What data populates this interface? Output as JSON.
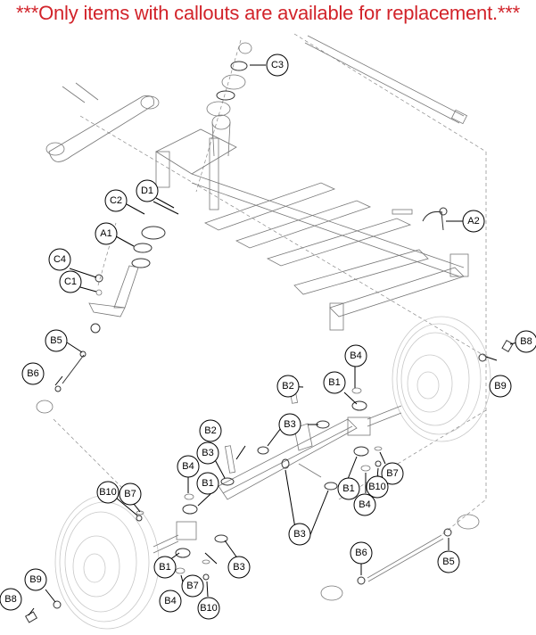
{
  "notice": "***Only items with callouts are available for replacement.***",
  "colors": {
    "notice": "#d2232a",
    "lines": "#000000",
    "drawing": "#777777"
  },
  "diagram": {
    "title": "Front suspension / steering exploded parts diagram",
    "callouts": [
      {
        "id": "C3",
        "label": "C3"
      },
      {
        "id": "D1",
        "label": "D1"
      },
      {
        "id": "C2",
        "label": "C2"
      },
      {
        "id": "A1",
        "label": "A1"
      },
      {
        "id": "C4",
        "label": "C4"
      },
      {
        "id": "C1",
        "label": "C1"
      },
      {
        "id": "A2",
        "label": "A2"
      },
      {
        "id": "B5a",
        "label": "B5"
      },
      {
        "id": "B6a",
        "label": "B6"
      },
      {
        "id": "B4a",
        "label": "B4"
      },
      {
        "id": "B2a",
        "label": "B2"
      },
      {
        "id": "B1a",
        "label": "B1"
      },
      {
        "id": "B8a",
        "label": "B8"
      },
      {
        "id": "B9a",
        "label": "B9"
      },
      {
        "id": "B3a",
        "label": "B3"
      },
      {
        "id": "B2b",
        "label": "B2"
      },
      {
        "id": "B3b",
        "label": "B3"
      },
      {
        "id": "B4b",
        "label": "B4"
      },
      {
        "id": "B1b",
        "label": "B1"
      },
      {
        "id": "B7a",
        "label": "B7"
      },
      {
        "id": "B1c",
        "label": "B1"
      },
      {
        "id": "B10a",
        "label": "B10"
      },
      {
        "id": "B4c",
        "label": "B4"
      },
      {
        "id": "B10b",
        "label": "B10"
      },
      {
        "id": "B7b",
        "label": "B7"
      },
      {
        "id": "B3c",
        "label": "B3"
      },
      {
        "id": "B1d",
        "label": "B1"
      },
      {
        "id": "B3d",
        "label": "B3"
      },
      {
        "id": "B7c",
        "label": "B7"
      },
      {
        "id": "B4d",
        "label": "B4"
      },
      {
        "id": "B10c",
        "label": "B10"
      },
      {
        "id": "B9b",
        "label": "B9"
      },
      {
        "id": "B8b",
        "label": "B8"
      },
      {
        "id": "B6b",
        "label": "B6"
      },
      {
        "id": "B5b",
        "label": "B5"
      }
    ]
  }
}
